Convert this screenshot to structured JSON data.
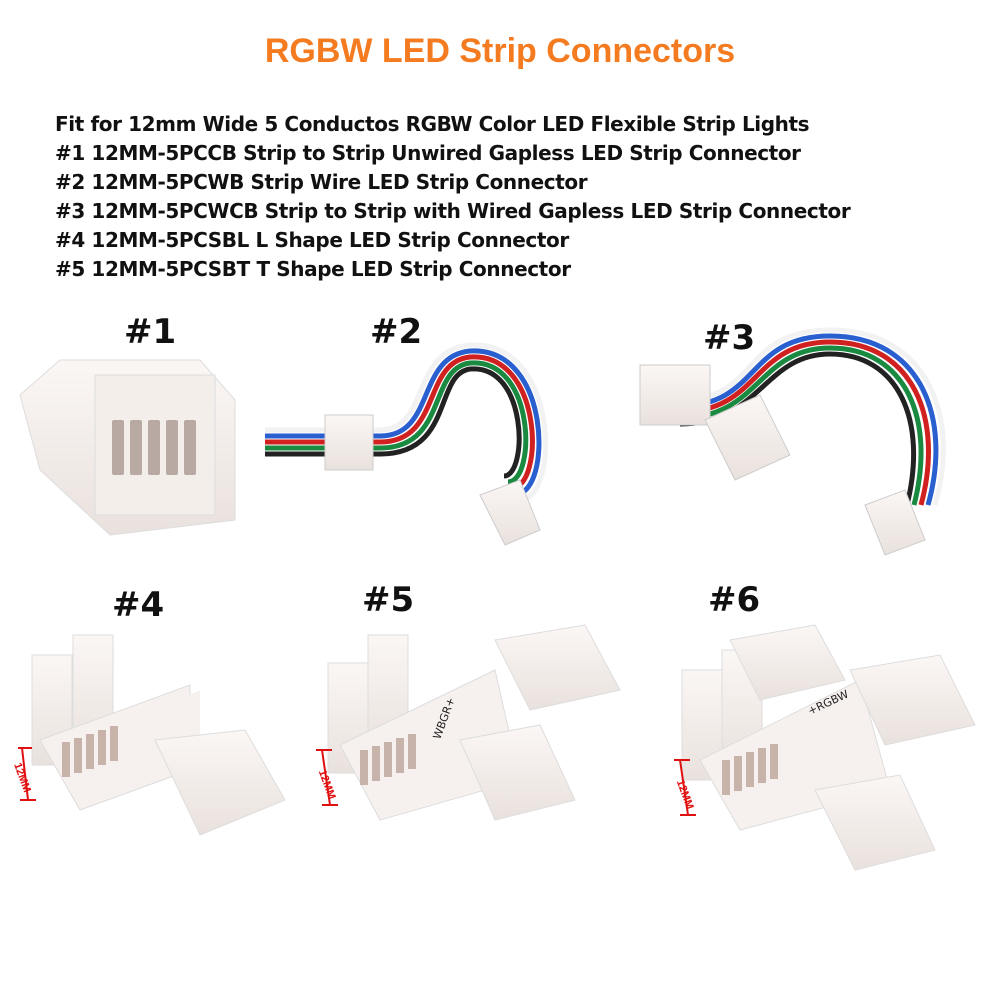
{
  "title": "RGBW LED Strip Connectors",
  "description": [
    "Fit for 12mm Wide 5 Conductos RGBW Color LED Flexible Strip Lights",
    "#1 12MM-5PCCB Strip to Strip Unwired Gapless LED Strip Connector",
    "#2 12MM-5PCWB Strip Wire LED Strip Connector",
    "#3 12MM-5PCWCB Strip to Strip with Wired Gapless LED Strip Connector",
    "#4 12MM-5PCSBL L Shape LED Strip Connector",
    "#5 12MM-5PCSBT T Shape LED Strip Connector"
  ],
  "products": [
    {
      "label": "#1"
    },
    {
      "label": "#2"
    },
    {
      "label": "#3"
    },
    {
      "label": "#4",
      "dimension": "12MM"
    },
    {
      "label": "#5",
      "dimension": "12MM",
      "pins": "WBGR+"
    },
    {
      "label": "#6",
      "dimension": "12MM",
      "pins": "+RGBW"
    }
  ],
  "colors": {
    "title": "#f47b20",
    "dimension": "#e01010"
  }
}
